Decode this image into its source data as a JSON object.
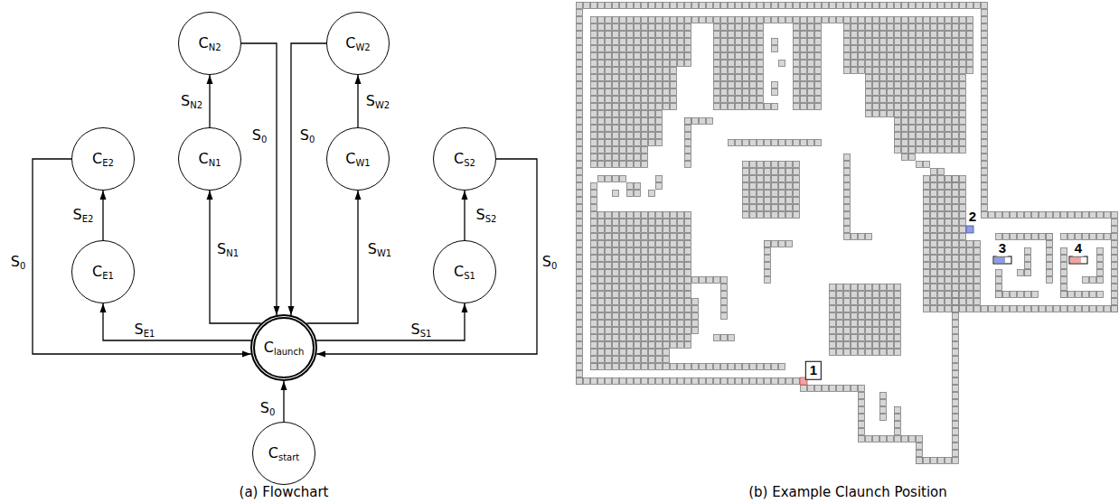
{
  "diagram": {
    "nodes": [
      {
        "text": [
          "CN2"
        ]
      },
      {
        "text": [
          "CW2"
        ]
      },
      {
        "text": [
          "CE2"
        ]
      },
      {
        "text": [
          "CN1"
        ]
      },
      {
        "text": [
          "CW1"
        ]
      },
      {
        "text": [
          "CS2"
        ]
      },
      {
        "text": [
          "CE1"
        ]
      },
      {
        "text": [
          "CS1"
        ]
      },
      {
        "text": [
          "Claunch"
        ]
      },
      {
        "text": [
          "Cstart"
        ]
      }
    ],
    "edges": [
      {
        "from": 9,
        "to": 8,
        "label": "S0",
        "arrow": "to"
      },
      {
        "from": 8,
        "to": 6,
        "label": "SE1",
        "arrow": "to"
      },
      {
        "from": 6,
        "to": 2,
        "label": "SE2",
        "arrow": "to"
      },
      {
        "from": 2,
        "to": 8,
        "label": "S0",
        "arrow": "to"
      },
      {
        "from": 8,
        "to": 3,
        "label": "SN1",
        "arrow": "to"
      },
      {
        "from": 3,
        "to": 0,
        "label": "SN2",
        "arrow": "to"
      },
      {
        "from": 0,
        "to": 8,
        "label": "S0",
        "arrow": "to"
      },
      {
        "from": 8,
        "to": 4,
        "label": "SW1",
        "arrow": "to"
      },
      {
        "from": 4,
        "to": 1,
        "label": "SW2",
        "arrow": "to"
      },
      {
        "from": 1,
        "to": 8,
        "label": "S0",
        "arrow": "to"
      },
      {
        "from": 8,
        "to": 7,
        "label": "SS1",
        "arrow": "to"
      },
      {
        "from": 7,
        "to": 5,
        "label": "SS2",
        "arrow": "to"
      },
      {
        "from": 5,
        "to": 8,
        "label": "S0",
        "arrow": "to"
      }
    ],
    "labels": [
      "1",
      "2",
      "3",
      "4",
      "(a) Flowchart",
      "(b) Example Claunch Position"
    ]
  }
}
